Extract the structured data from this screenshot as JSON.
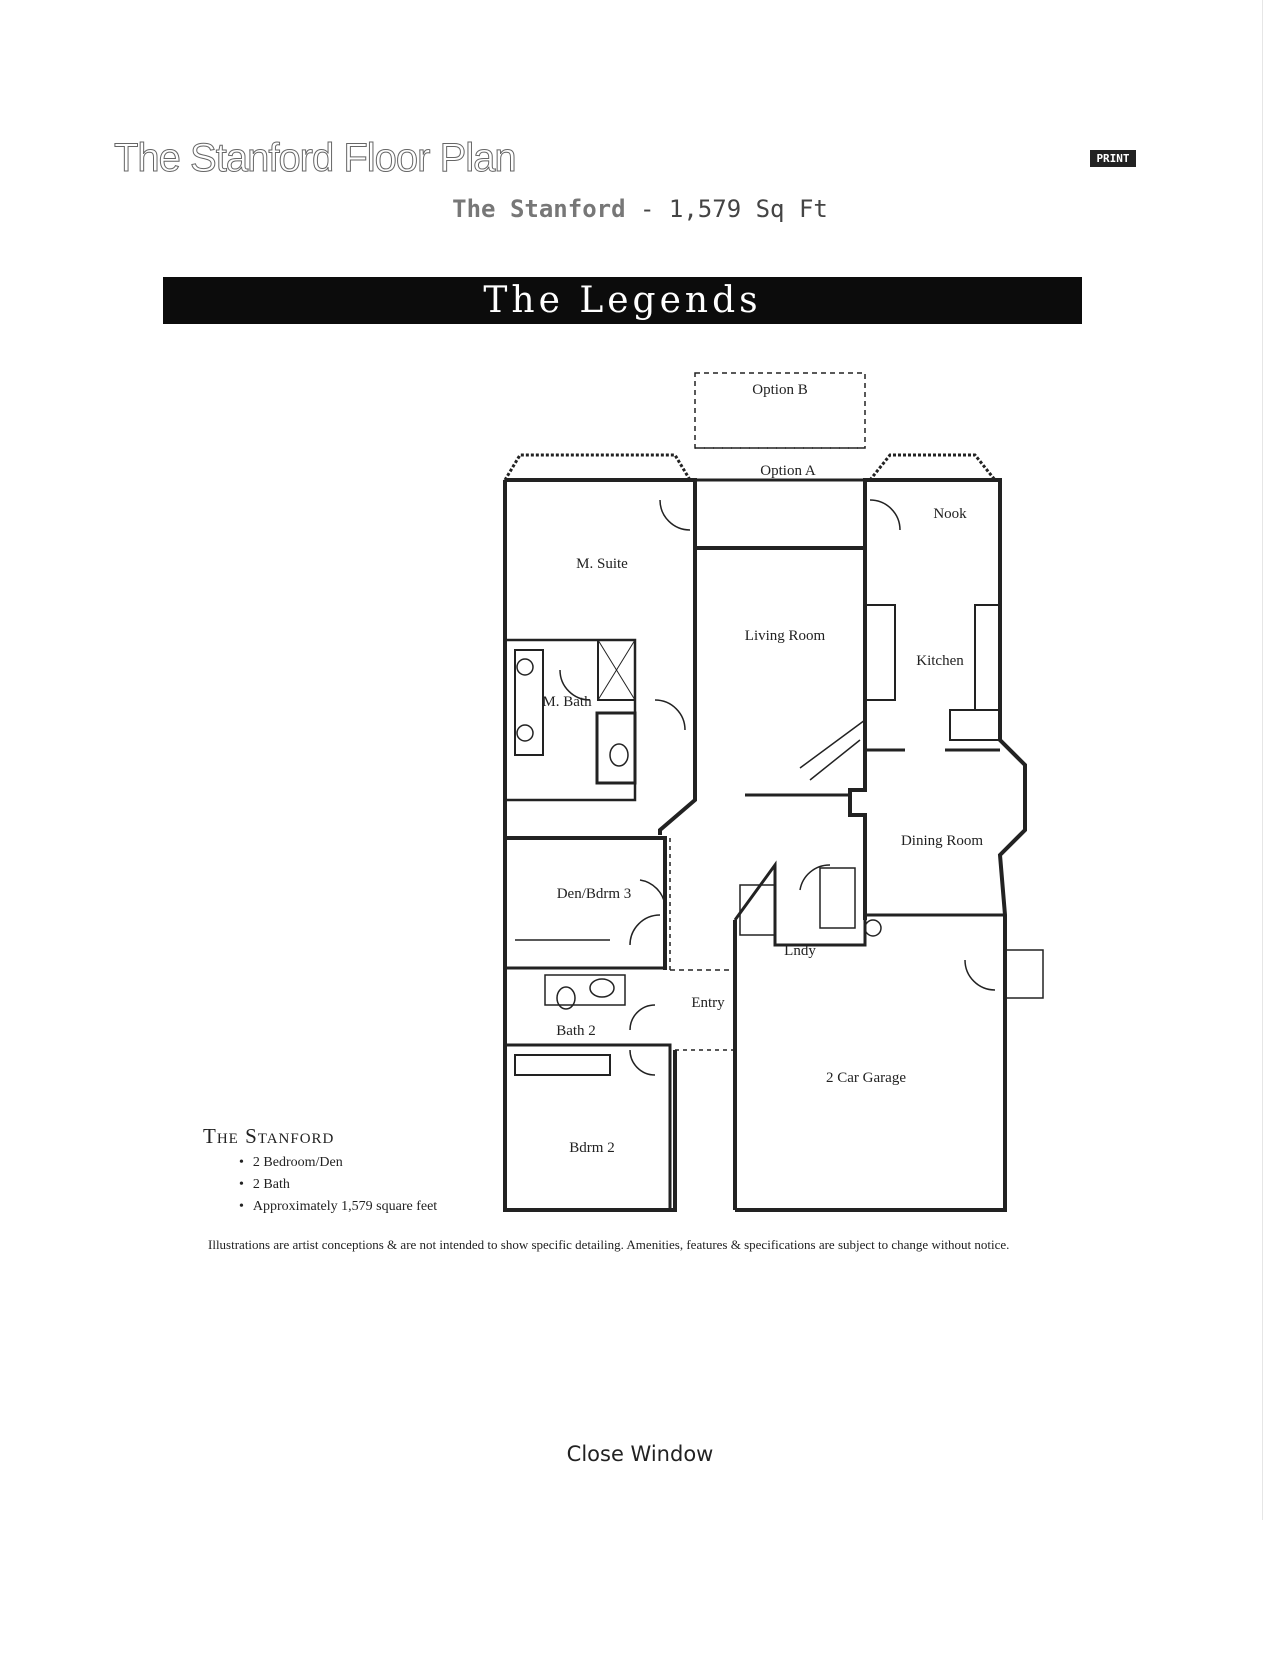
{
  "page": {
    "title": "The Stanford Floor Plan",
    "print_label": "PRINT",
    "subtitle_name": "The Stanford",
    "subtitle_detail": " - 1,579 Sq Ft",
    "banner": "The Legends",
    "close_label": "Close Window"
  },
  "plan": {
    "rooms": {
      "option_b": "Option B",
      "option_a": "Option A",
      "nook": "Nook",
      "m_suite": "M. Suite",
      "living_room": "Living Room",
      "kitchen": "Kitchen",
      "m_bath": "M. Bath",
      "dining_room": "Dining Room",
      "den_bdrm3": "Den/Bdrm 3",
      "lndy": "Lndy",
      "entry": "Entry",
      "bath2": "Bath 2",
      "garage": "2 Car Garage",
      "bdrm2": "Bdrm 2"
    }
  },
  "specs": {
    "title": "The Stanford",
    "items": [
      "2 Bedroom/Den",
      "2 Bath",
      "Approximately 1,579 square feet"
    ]
  },
  "disclaimer": "Illustrations are artist conceptions & are not intended to show specific detailing. Amenities, features & specifications are subject to change without notice."
}
